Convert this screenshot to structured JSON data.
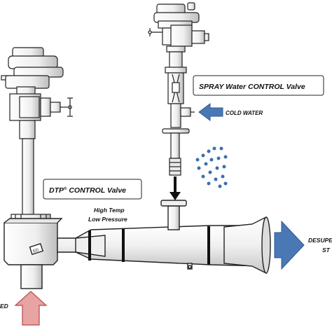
{
  "labels": {
    "spray_valve": "SPRAY Water CONTROL Valve",
    "cold_water": "COLD WATER",
    "dtp_valve_main": "DTP",
    "dtp_valve_sup": "®",
    "dtp_valve_rest": " CONTROL Valve",
    "high_temp": "High Temp",
    "low_pressure": "Low Pressure",
    "desuperheated_1": "DESUPE",
    "desuperheated_2": "ST",
    "inlet_partial": "ED",
    "nameplate": "ED"
  },
  "colors": {
    "outline": "#222222",
    "fill": "#f4f4f4",
    "shade": "#d9d9d9",
    "blue_arrow": "#4a78b5",
    "blue_arrow_edge": "#2d5a94",
    "red_arrow": "#e8a3a3",
    "red_arrow_edge": "#b54a4a",
    "spray_dots": "#3b6fb0",
    "band": "#111111"
  }
}
